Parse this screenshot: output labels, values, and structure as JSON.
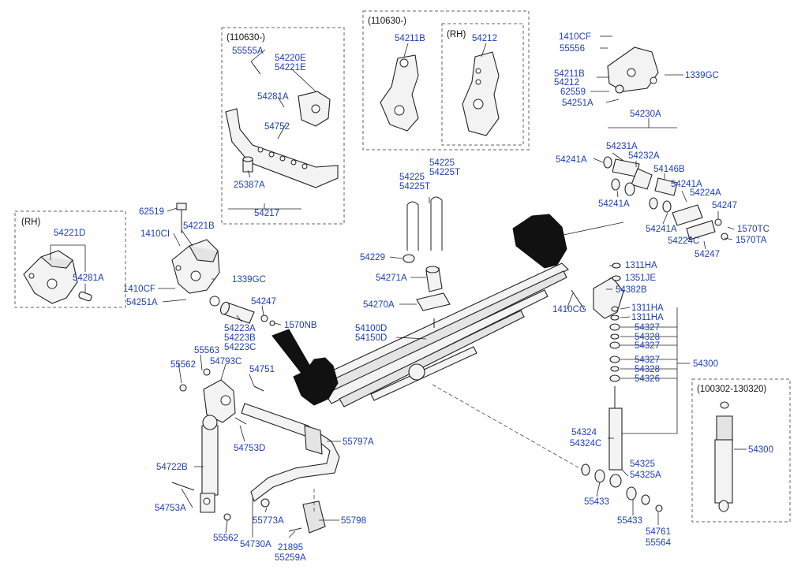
{
  "boxes": {
    "left_rh": "(RH)",
    "top_center": "(110630-)",
    "top_mid": "(110630-)",
    "top_mid_rh": "(RH)",
    "shock_alt": "(100302-130320)"
  },
  "labels": [
    {
      "id": "p55555a",
      "text": "55555A"
    },
    {
      "id": "p54220e",
      "text": "54220E"
    },
    {
      "id": "p54221e",
      "text": "54221E"
    },
    {
      "id": "p54281a_t",
      "text": "54281A"
    },
    {
      "id": "p54752",
      "text": "54752"
    },
    {
      "id": "p25387a",
      "text": "25387A"
    },
    {
      "id": "p54217",
      "text": "54217"
    },
    {
      "id": "p54211b_t",
      "text": "54211B"
    },
    {
      "id": "p54212_t",
      "text": "54212"
    },
    {
      "id": "p1410cf_tr",
      "text": "1410CF"
    },
    {
      "id": "p55556",
      "text": "55556"
    },
    {
      "id": "p54211b_r",
      "text": "54211B"
    },
    {
      "id": "p54212_r",
      "text": "54212"
    },
    {
      "id": "p1339gc_r",
      "text": "1339GC"
    },
    {
      "id": "p62559",
      "text": "62559"
    },
    {
      "id": "p54251a_r",
      "text": "54251A"
    },
    {
      "id": "p54230a",
      "text": "54230A"
    },
    {
      "id": "p54231a",
      "text": "54231A"
    },
    {
      "id": "p54241a_1",
      "text": "54241A"
    },
    {
      "id": "p54232a",
      "text": "54232A"
    },
    {
      "id": "p54146b",
      "text": "54146B"
    },
    {
      "id": "p54241a_2",
      "text": "54241A"
    },
    {
      "id": "p54241a_3",
      "text": "54241A"
    },
    {
      "id": "p54224a",
      "text": "54224A"
    },
    {
      "id": "p54241a_4",
      "text": "54241A"
    },
    {
      "id": "p54247_r",
      "text": "54247"
    },
    {
      "id": "p1570tc",
      "text": "1570TC"
    },
    {
      "id": "p54224c",
      "text": "54224C"
    },
    {
      "id": "p1570ta",
      "text": "1570TA"
    },
    {
      "id": "p54247_r2",
      "text": "54247"
    },
    {
      "id": "p54221d",
      "text": "54221D"
    },
    {
      "id": "p54281a_l",
      "text": "54281A"
    },
    {
      "id": "p62519",
      "text": "62519"
    },
    {
      "id": "p1410ci",
      "text": "1410CI"
    },
    {
      "id": "p54221b",
      "text": "54221B"
    },
    {
      "id": "p1410cf_l",
      "text": "1410CF"
    },
    {
      "id": "p1339gc_l",
      "text": "1339GC"
    },
    {
      "id": "p54251a_l",
      "text": "54251A"
    },
    {
      "id": "p54247_l",
      "text": "54247"
    },
    {
      "id": "p54223a",
      "text": "54223A"
    },
    {
      "id": "p54223b",
      "text": "54223B"
    },
    {
      "id": "p54223c",
      "text": "54223C"
    },
    {
      "id": "p1570nb",
      "text": "1570NB"
    },
    {
      "id": "p54225_a",
      "text": "54225"
    },
    {
      "id": "p54225t_a",
      "text": "54225T"
    },
    {
      "id": "p54225_b",
      "text": "54225"
    },
    {
      "id": "p54225t_b",
      "text": "54225T"
    },
    {
      "id": "p54229",
      "text": "54229"
    },
    {
      "id": "p54271a",
      "text": "54271A"
    },
    {
      "id": "p54270a",
      "text": "54270A"
    },
    {
      "id": "p54100d",
      "text": "54100D"
    },
    {
      "id": "p54150d",
      "text": "54150D"
    },
    {
      "id": "p1311ha_1",
      "text": "1311HA"
    },
    {
      "id": "p1351je",
      "text": "1351JE"
    },
    {
      "id": "p54382b",
      "text": "54382B"
    },
    {
      "id": "p1410cg",
      "text": "1410CG"
    },
    {
      "id": "p1311ha_2",
      "text": "1311HA"
    },
    {
      "id": "p1311ha_3",
      "text": "1311HA"
    },
    {
      "id": "p54327_1",
      "text": "54327"
    },
    {
      "id": "p54328_1",
      "text": "54328"
    },
    {
      "id": "p54327_2",
      "text": "54327"
    },
    {
      "id": "p54327_3",
      "text": "54327"
    },
    {
      "id": "p54328_2",
      "text": "54328"
    },
    {
      "id": "p54300_m",
      "text": "54300"
    },
    {
      "id": "p54326",
      "text": "54326"
    },
    {
      "id": "p54324",
      "text": "54324"
    },
    {
      "id": "p54324c",
      "text": "54324C"
    },
    {
      "id": "p54325",
      "text": "54325"
    },
    {
      "id": "p54325a",
      "text": "54325A"
    },
    {
      "id": "p55433_1",
      "text": "55433"
    },
    {
      "id": "p55433_2",
      "text": "55433"
    },
    {
      "id": "p54761",
      "text": "54761"
    },
    {
      "id": "p55564",
      "text": "55564"
    },
    {
      "id": "p54300_r",
      "text": "54300"
    },
    {
      "id": "p55563",
      "text": "55563"
    },
    {
      "id": "p55562_t",
      "text": "55562"
    },
    {
      "id": "p54793c",
      "text": "54793C"
    },
    {
      "id": "p54751",
      "text": "54751"
    },
    {
      "id": "p54753d",
      "text": "54753D"
    },
    {
      "id": "p55797a",
      "text": "55797A"
    },
    {
      "id": "p54722b",
      "text": "54722B"
    },
    {
      "id": "p54753a",
      "text": "54753A"
    },
    {
      "id": "p55562_b",
      "text": "55562"
    },
    {
      "id": "p55773a",
      "text": "55773A"
    },
    {
      "id": "p54730a",
      "text": "54730A"
    },
    {
      "id": "p55798",
      "text": "55798"
    },
    {
      "id": "p21895",
      "text": "21895"
    },
    {
      "id": "p55259a",
      "text": "55259A"
    }
  ]
}
